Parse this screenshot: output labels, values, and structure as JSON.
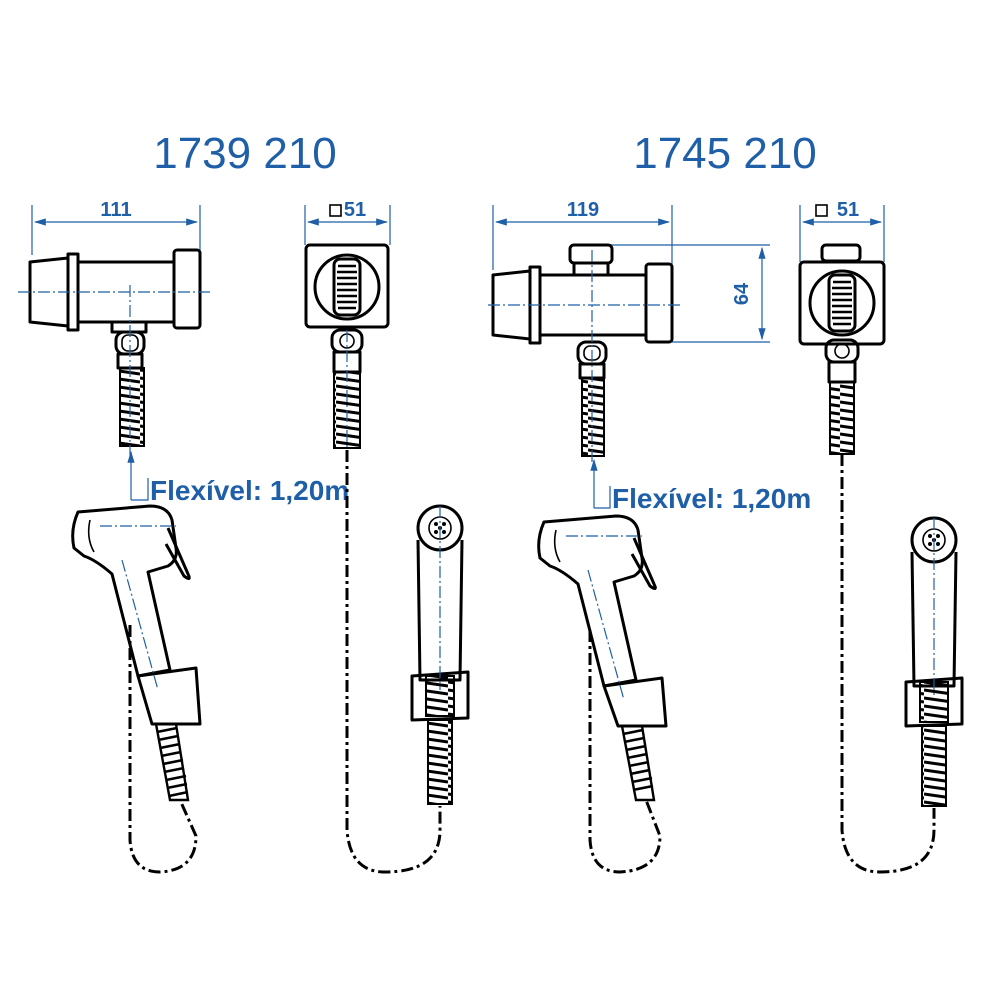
{
  "models": [
    {
      "code": "1739 210",
      "width_dim": "111",
      "square_dim": "51",
      "hose_label": "Flexível: 1,20m"
    },
    {
      "code": "1745 210",
      "width_dim": "119",
      "square_dim": "51",
      "height_dim": "64",
      "hose_label": "Flexível: 1,20m"
    }
  ],
  "colors": {
    "dimension": "#1f5fa8",
    "outline": "#000000"
  }
}
